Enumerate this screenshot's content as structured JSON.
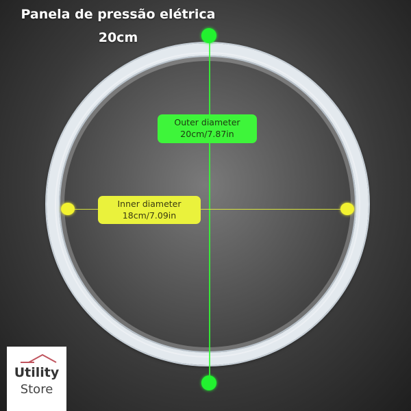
{
  "title": {
    "line1": "Panela de pressão elétrica",
    "line2": "20cm"
  },
  "annotations": {
    "outer": {
      "label": "Outer diameter",
      "value": "20cm/7.87in",
      "color": "#3ef53a"
    },
    "inner": {
      "label": "Inner diameter",
      "value": "18cm/7.09in",
      "color": "#eaf23c"
    }
  },
  "logo": {
    "line1": "Utility",
    "line2": "Store",
    "accent_color": "#c0545e"
  }
}
